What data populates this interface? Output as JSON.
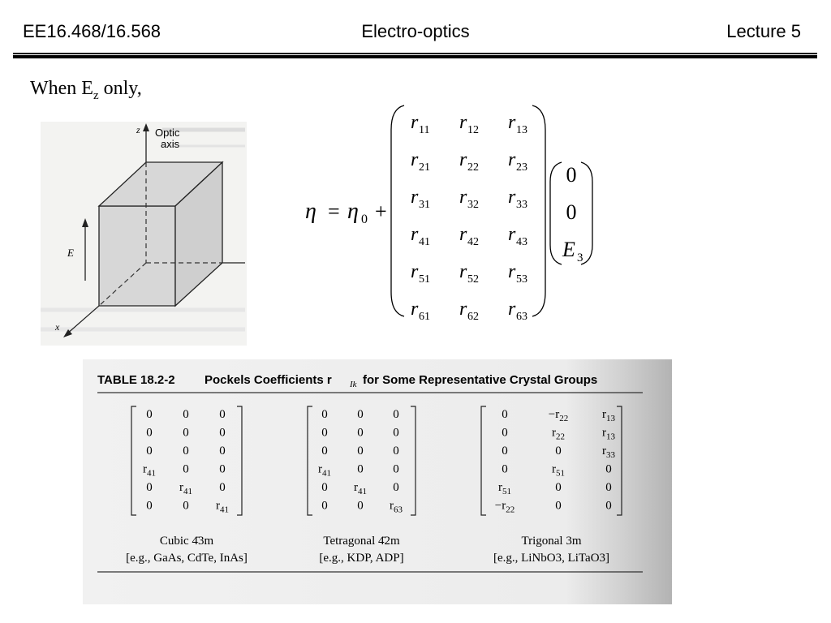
{
  "header": {
    "course": "EE16.468/16.568",
    "title": "Electro-optics",
    "lecture": "Lecture 5"
  },
  "intro": {
    "prefix": "When E",
    "subscript": "z",
    "suffix": " only,"
  },
  "figure": {
    "z_label": "z",
    "optic_axis_line1": "Optic",
    "optic_axis_line2": "axis",
    "e_label": "E",
    "x_label": "x",
    "axis_color": "#222222",
    "shade_color": "#d7d7d7"
  },
  "equation": {
    "lhs": "η",
    "equals": "=",
    "eta0_base": "η",
    "eta0_sub": "0",
    "plus": "+",
    "r_base": "r",
    "matrix_subscripts": [
      [
        "11",
        "12",
        "13"
      ],
      [
        "21",
        "22",
        "23"
      ],
      [
        "31",
        "32",
        "33"
      ],
      [
        "41",
        "42",
        "43"
      ],
      [
        "51",
        "52",
        "53"
      ],
      [
        "61",
        "62",
        "63"
      ]
    ],
    "vector": [
      "0",
      "0",
      "E"
    ],
    "vector_sub": "3"
  },
  "table": {
    "title_label": "TABLE 18.2-2",
    "title_text": "Pockels Coefficients r",
    "title_sub": "Ik",
    "title_tail": " for Some Representative Crystal Groups",
    "paper_color": "#efefef",
    "matrices": [
      {
        "rows": [
          [
            "0",
            "0",
            "0"
          ],
          [
            "0",
            "0",
            "0"
          ],
          [
            "0",
            "0",
            "0"
          ],
          [
            "r41",
            "0",
            "0"
          ],
          [
            "0",
            "r41",
            "0"
          ],
          [
            "0",
            "0",
            "r41"
          ]
        ],
        "caption_line1": "Cubic 4̄3m",
        "caption_line2": "[e.g., GaAs, CdTe, InAs]"
      },
      {
        "rows": [
          [
            "0",
            "0",
            "0"
          ],
          [
            "0",
            "0",
            "0"
          ],
          [
            "0",
            "0",
            "0"
          ],
          [
            "r41",
            "0",
            "0"
          ],
          [
            "0",
            "r41",
            "0"
          ],
          [
            "0",
            "0",
            "r63"
          ]
        ],
        "caption_line1": "Tetragonal 4̄2m",
        "caption_line2": "[e.g., KDP, ADP]"
      },
      {
        "rows": [
          [
            "0",
            "−r22",
            "r13"
          ],
          [
            "0",
            "r22",
            "r13"
          ],
          [
            "0",
            "0",
            "r33"
          ],
          [
            "0",
            "r51",
            "0"
          ],
          [
            "r51",
            "0",
            "0"
          ],
          [
            "−r22",
            "0",
            "0"
          ]
        ],
        "caption_line1": "Trigonal 3m",
        "caption_line2": "[e.g., LiNbO3, LiTaO3]"
      }
    ]
  }
}
